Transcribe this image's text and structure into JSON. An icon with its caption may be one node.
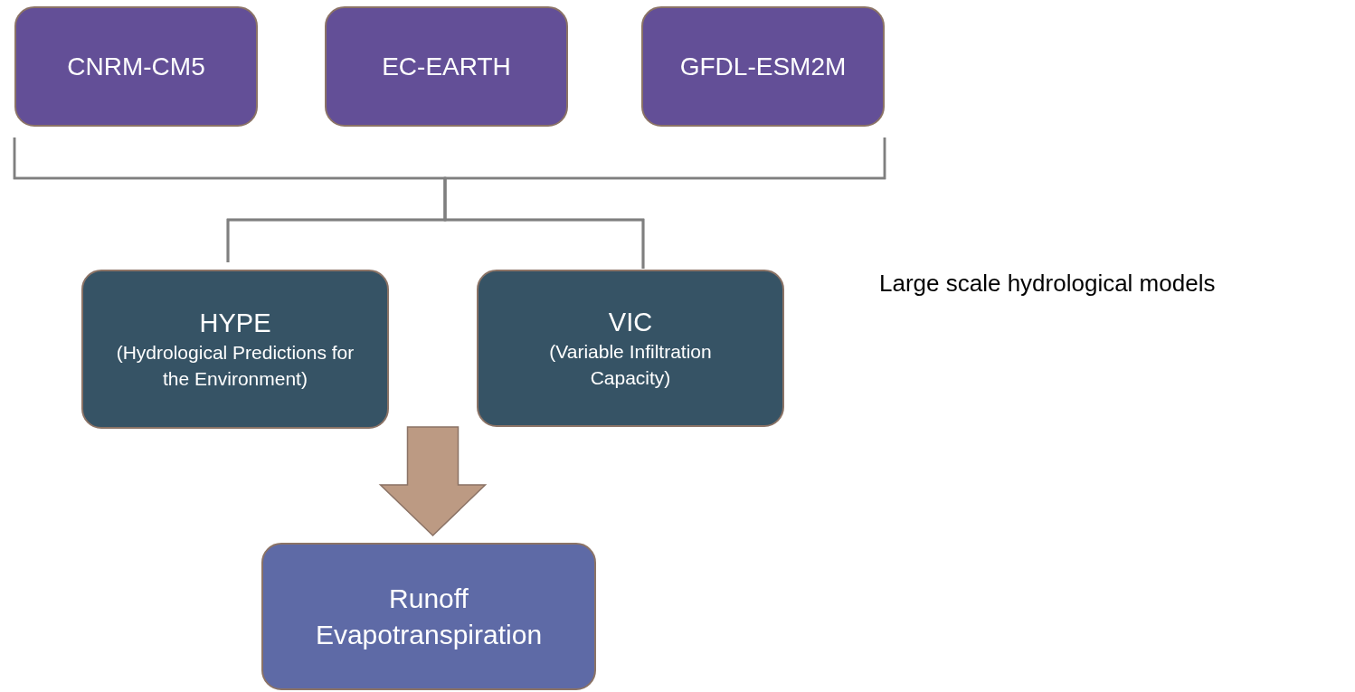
{
  "diagram": {
    "nodes": [
      {
        "text": [
          "CNRM-CM5"
        ]
      },
      {
        "text": [
          "EC-EARTH"
        ]
      },
      {
        "text": [
          "GFDL-ESM2M"
        ]
      },
      {
        "text": [
          "HYPE",
          "(Hydrological Predictions for the Environment)"
        ]
      },
      {
        "text": [
          "VIC",
          "(Variable Infiltration Capacity)"
        ]
      },
      {
        "text": [
          "Runoff Evapotranspiration"
        ]
      }
    ],
    "edges": [
      {
        "from": 0,
        "to": 3,
        "arrow": "none"
      },
      {
        "from": 0,
        "to": 4,
        "arrow": "none"
      },
      {
        "from": 1,
        "to": 3,
        "arrow": "none"
      },
      {
        "from": 1,
        "to": 4,
        "arrow": "none"
      },
      {
        "from": 2,
        "to": 3,
        "arrow": "none"
      },
      {
        "from": 2,
        "to": 4,
        "arrow": "none"
      },
      {
        "from": 3,
        "to": 5,
        "arrow": "to",
        "style": "thick",
        "color": "#bc9a83"
      },
      {
        "from": 4,
        "to": 5,
        "arrow": "to",
        "style": "thick",
        "color": "#bc9a83"
      }
    ],
    "labels": [
      "Large scale hydrological models"
    ]
  }
}
